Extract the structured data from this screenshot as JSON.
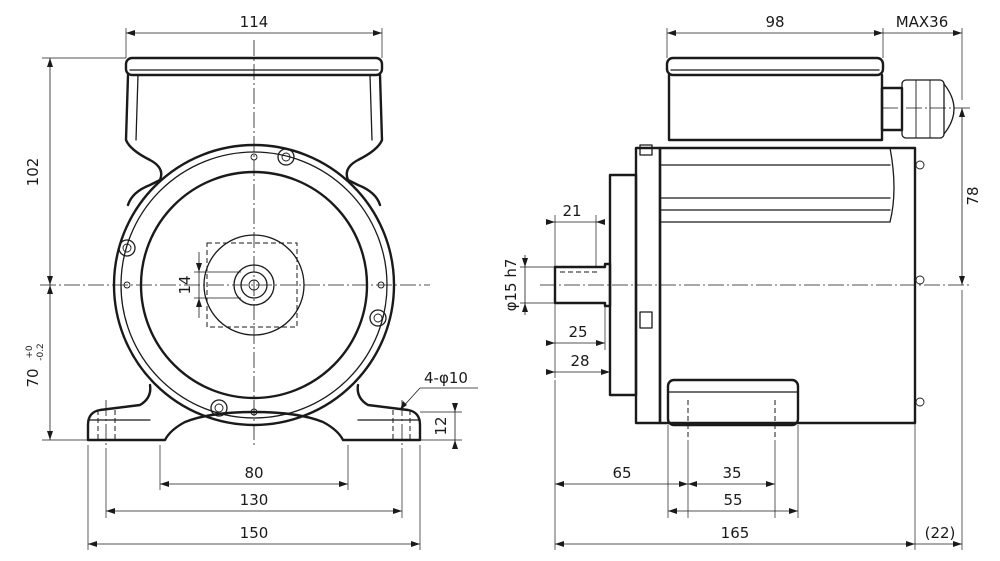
{
  "front_view": {
    "dims": {
      "width_top": "114",
      "height_axis": "102",
      "axis_height": "70",
      "axis_tol_upper": "+0",
      "axis_tol_lower": "-0.2",
      "shaft_dia": "14",
      "holes": "4-φ10",
      "foot_height": "12",
      "hole_spacing": "80",
      "foot_inner": "130",
      "foot_total": "150"
    }
  },
  "side_view": {
    "dims": {
      "body_length": "98",
      "gland_max": "MAX36",
      "gland_height": "78",
      "shaft_length": "21",
      "shaft_fit": "φ15 h7",
      "shaft_25": "25",
      "shaft_28": "28",
      "foot_offset": "65",
      "foot_hole_spacing": "35",
      "foot_length": "55",
      "total_length": "165",
      "ref_22": "(22)"
    }
  }
}
